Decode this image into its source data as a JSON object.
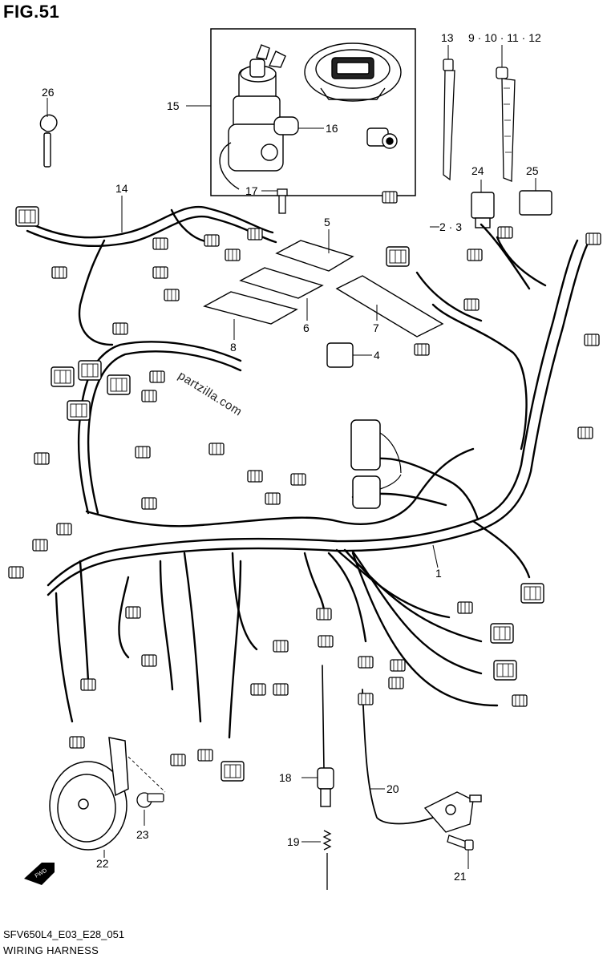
{
  "figure": {
    "title": "FIG.51",
    "code": "SFV650L4_E03_E28_051",
    "name": "WIRING HARNESS",
    "watermark": "partzilla.com",
    "fwd_label": "FWD"
  },
  "callouts": [
    {
      "id": "c1",
      "label": "1"
    },
    {
      "id": "c23",
      "label": "2 · 3"
    },
    {
      "id": "c4",
      "label": "4"
    },
    {
      "id": "c5",
      "label": "5"
    },
    {
      "id": "c6",
      "label": "6"
    },
    {
      "id": "c7",
      "label": "7"
    },
    {
      "id": "c8",
      "label": "8"
    },
    {
      "id": "c9",
      "label": "9 · 10 · 11 · 12"
    },
    {
      "id": "c13",
      "label": "13"
    },
    {
      "id": "c14",
      "label": "14"
    },
    {
      "id": "c15",
      "label": "15"
    },
    {
      "id": "c16",
      "label": "16"
    },
    {
      "id": "c17",
      "label": "17"
    },
    {
      "id": "c18",
      "label": "18"
    },
    {
      "id": "c19",
      "label": "19"
    },
    {
      "id": "c20",
      "label": "20"
    },
    {
      "id": "c21",
      "label": "21"
    },
    {
      "id": "c22",
      "label": "22"
    },
    {
      "id": "c23b",
      "label": "23"
    },
    {
      "id": "c24",
      "label": "24"
    },
    {
      "id": "c25",
      "label": "25"
    },
    {
      "id": "c26",
      "label": "26"
    }
  ]
}
